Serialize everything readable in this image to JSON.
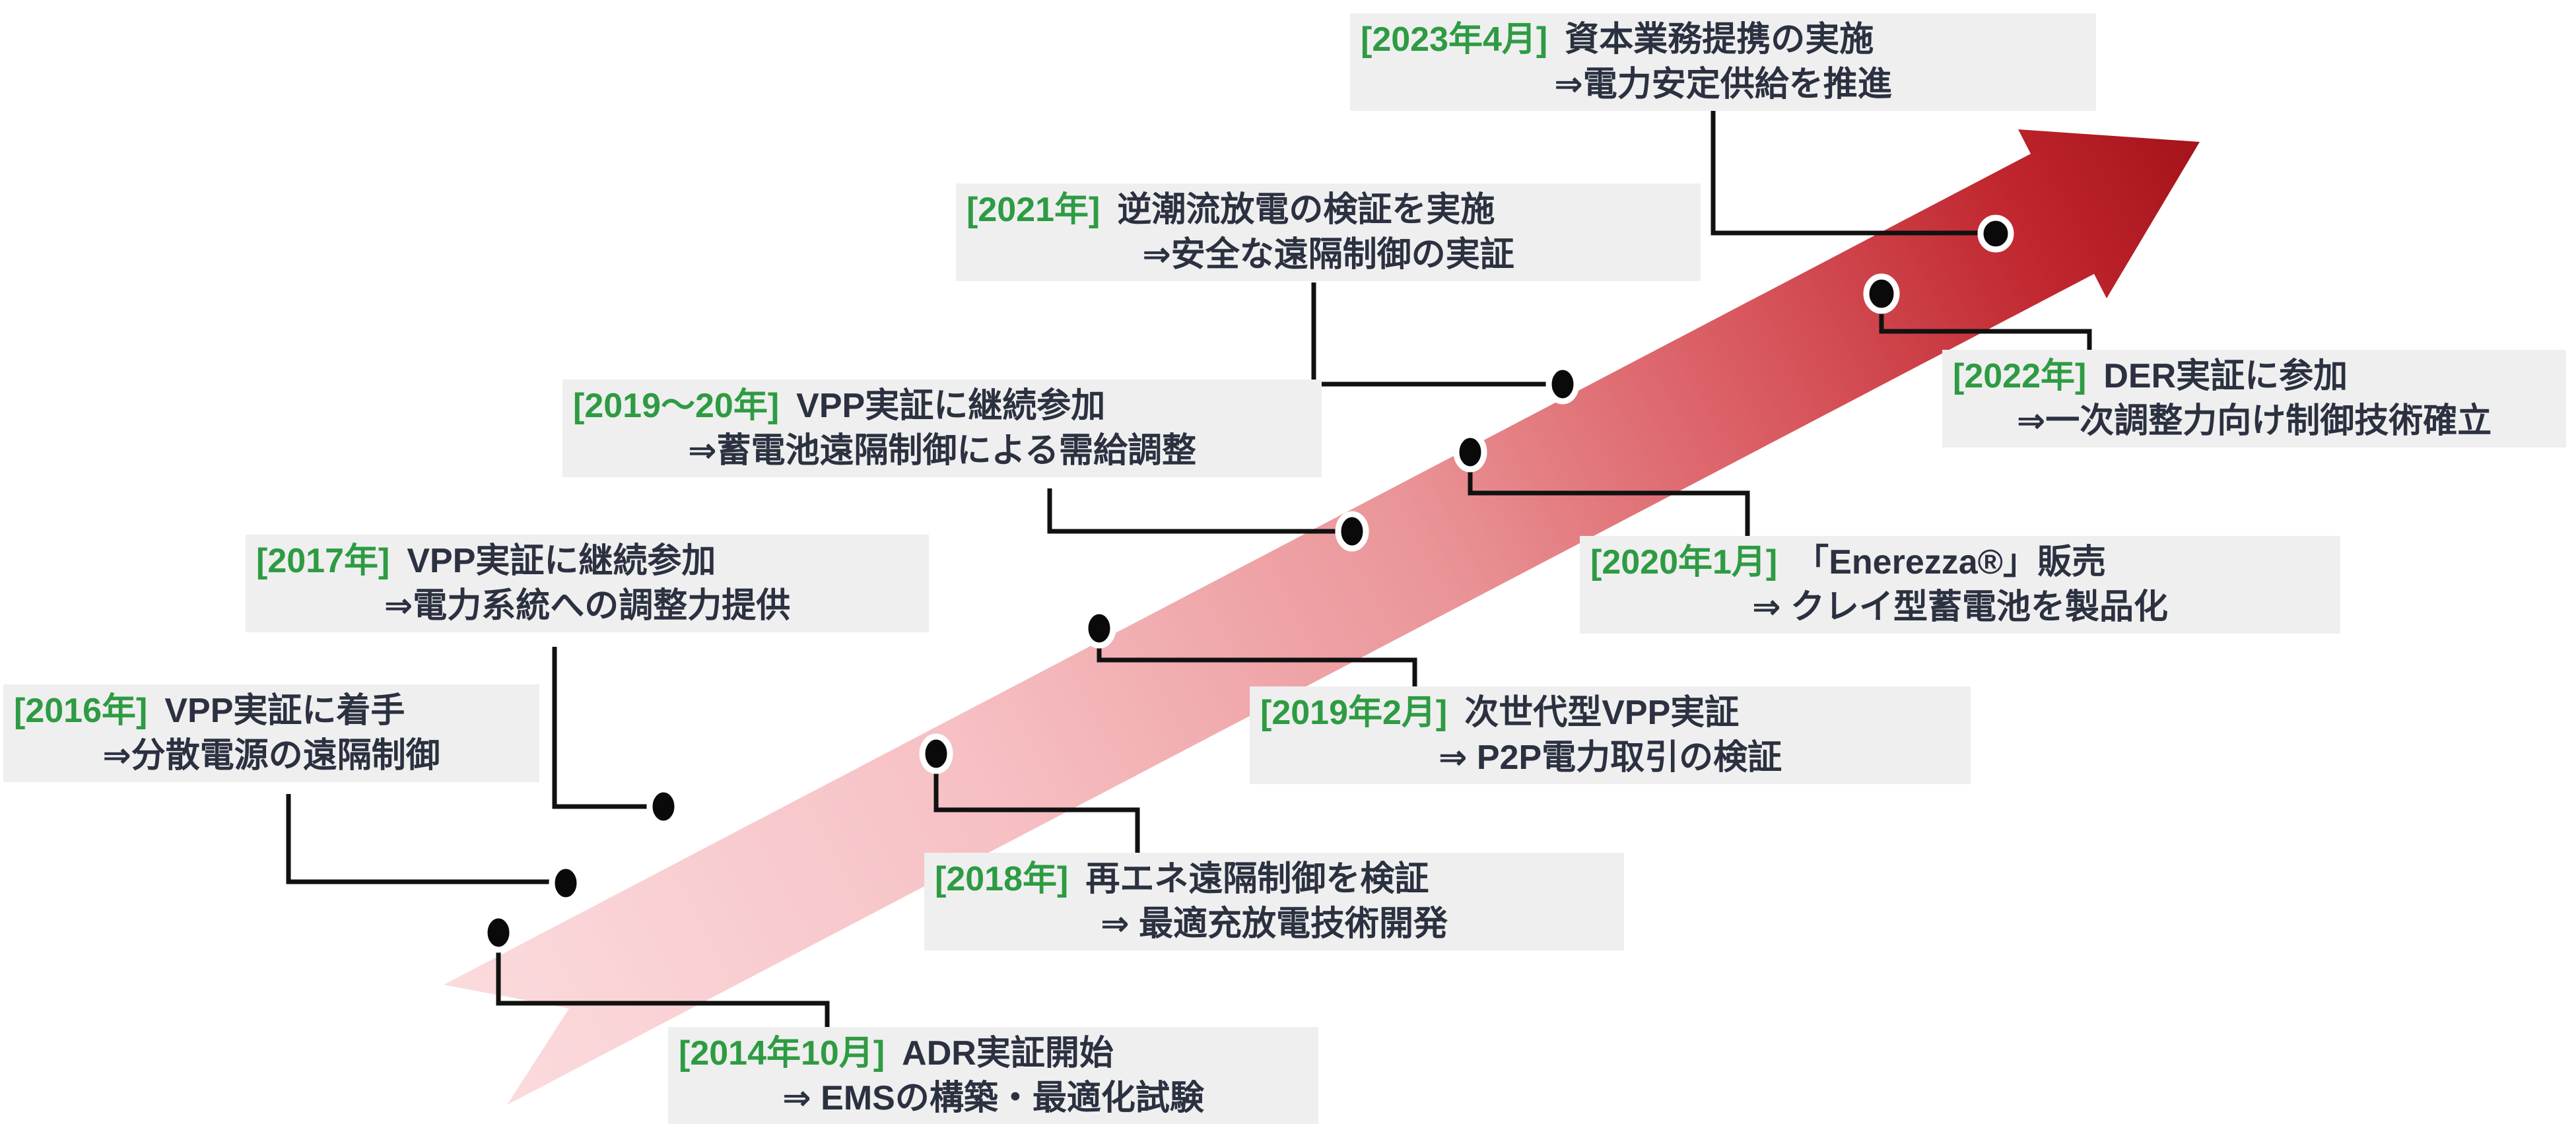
{
  "figure": {
    "type": "timeline-arrow-diagram",
    "language": "ja",
    "description": "Company milestones 2014-2023 along a rising gradient arrow"
  },
  "colors": {
    "date_green": "#2e9b43",
    "body_text": "#2b3140",
    "label_background": "#efefef",
    "connector_black": "#111111",
    "dot_black": "#0a0a0a",
    "dot_ring_white": "#ffffff",
    "arrow_gradient_tail": "#fbdbdd",
    "arrow_gradient_mid": "#ea9598",
    "arrow_gradient_head": "#a6131a"
  },
  "milestones": [
    {
      "id": "2014",
      "date": "[2014年10月]",
      "title": "ADR実証開始",
      "result": "⇒ EMSの構築・最適化試験"
    },
    {
      "id": "2016",
      "date": "[2016年]",
      "title": "VPP実証に着手",
      "result": "⇒分散電源の遠隔制御"
    },
    {
      "id": "2017",
      "date": "[2017年]",
      "title": "VPP実証に継続参加",
      "result": "⇒電力系統への調整力提供"
    },
    {
      "id": "2018",
      "date": "[2018年]",
      "title": "再エネ遠隔制御を検証",
      "result": "⇒ 最適充放電技術開発"
    },
    {
      "id": "2019a",
      "date": "[2019年2月]",
      "title": "次世代型VPP実証",
      "result": "⇒ P2P電力取引の検証"
    },
    {
      "id": "2019b",
      "date": "[2019〜20年]",
      "title": "VPP実証に継続参加",
      "result": "⇒蓄電池遠隔制御による需給調整"
    },
    {
      "id": "2020",
      "date": "[2020年1月]",
      "title": "「Enerezza®」販売",
      "result": "⇒ クレイ型蓄電池を製品化"
    },
    {
      "id": "2021",
      "date": "[2021年]",
      "title": "逆潮流放電の検証を実施",
      "result": "⇒安全な遠隔制御の実証"
    },
    {
      "id": "2022",
      "date": "[2022年]",
      "title": "DER実証に参加",
      "result": "⇒一次調整力向け制御技術確立"
    },
    {
      "id": "2023",
      "date": "[2023年4月]",
      "title": "資本業務提携の実施",
      "result": "⇒電力安定供給を推進"
    }
  ]
}
